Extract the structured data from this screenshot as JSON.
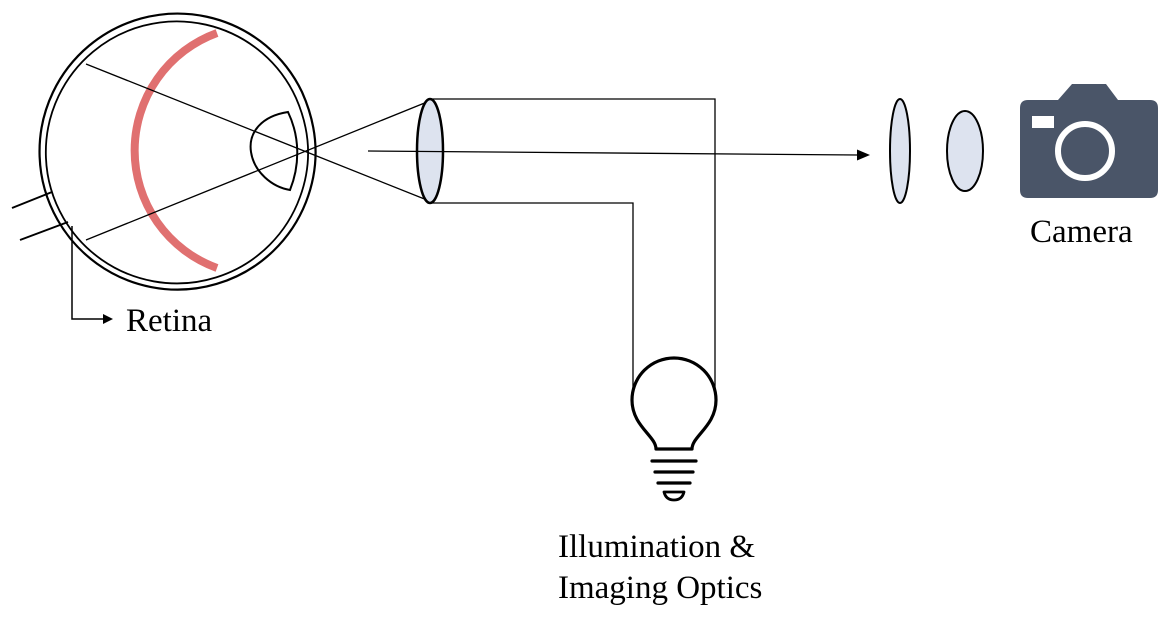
{
  "labels": {
    "retina": "Retina",
    "camera": "Camera",
    "illumination_line1": "Illumination &",
    "illumination_line2": "Imaging Optics"
  },
  "icons": {
    "eye": "eye-cross-section-icon",
    "lightbulb": "lightbulb-icon",
    "camera": "camera-icon",
    "lens": "lens-icon"
  },
  "colors": {
    "retina": "#e07070",
    "lens_fill": "#dde3ef",
    "camera_body": "#4a5568",
    "line": "#000000"
  }
}
